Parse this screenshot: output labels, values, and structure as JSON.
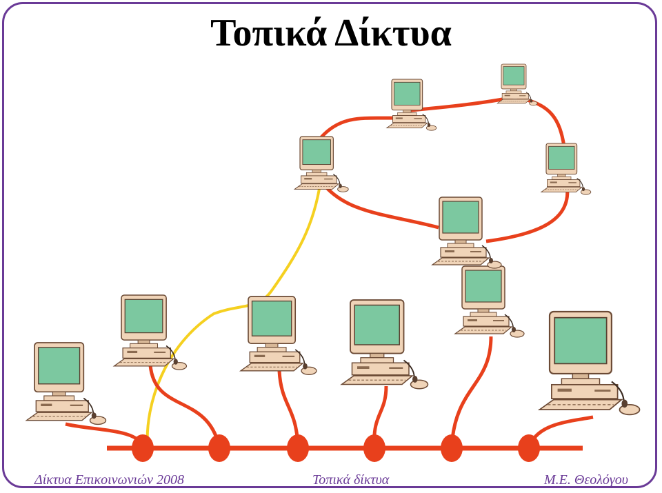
{
  "slide": {
    "title": "Τοπικά Δίκτυα",
    "footer_left": "Δίκτυα Επικοινωνιών 2008",
    "footer_center": "Τοπικά δίκτυα",
    "footer_right": "Μ.Ε. Θεολόγου"
  },
  "colors": {
    "frame": "#6a3a97",
    "footer_text": "#6a3a97",
    "cable_red": "#e8401c",
    "cable_yellow": "#f5d020",
    "tap_node": "#e8401c",
    "screen": "#7cc8a0",
    "case": "#f0d4b8",
    "case_dark": "#8a6a50"
  },
  "icons": {
    "computer": "desktop-computer-icon",
    "tap": "bus-tap-node"
  }
}
